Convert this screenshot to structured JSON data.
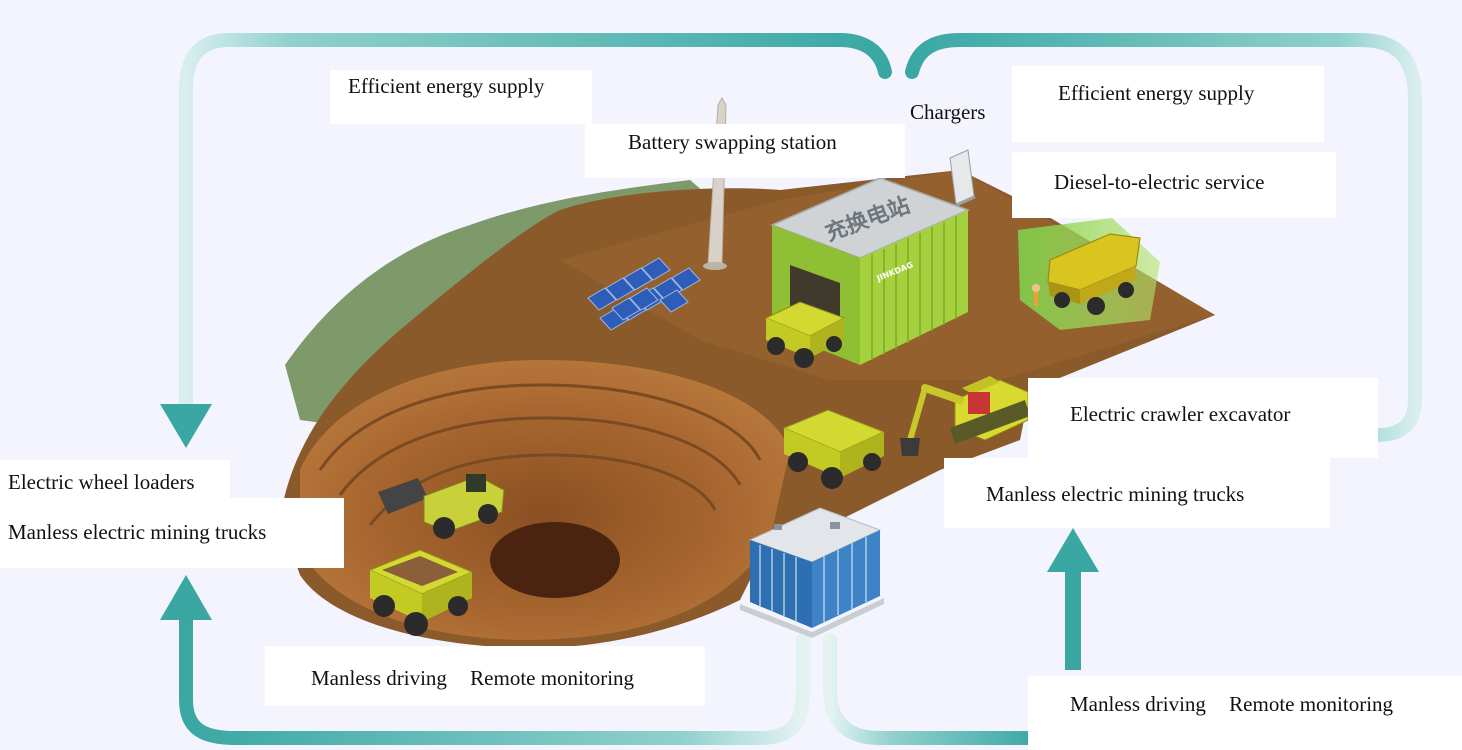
{
  "labels": {
    "left_energy": "Efficient energy supply",
    "battery_station": "Battery swapping station",
    "chargers": "Chargers",
    "right_energy": "Efficient energy supply",
    "diesel_service": "Diesel-to-electric service",
    "crawler_excavator": "Electric crawler excavator",
    "wheel_loaders": "Electric wheel loaders",
    "left_trucks": "Manless electric mining trucks",
    "right_trucks": "Manless electric mining trucks",
    "left_driving": "Manless driving",
    "left_monitoring": "Remote monitoring",
    "right_driving": "Manless driving",
    "right_monitoring": "Remote monitoring",
    "station_sign": "充换电站",
    "building_brand": "JINKDAG"
  },
  "colors": {
    "background": "#f3f4fd",
    "arrow": "#3aa7a3",
    "arrow_light": "#bfe3e1",
    "ground": "#8a5a2b",
    "pit": "#a56a35",
    "building_green": "#9bc83a",
    "truck_yellow": "#d9d92a",
    "solar_blue": "#2d5db8"
  },
  "icons": [
    "wind-turbine-icon",
    "solar-panel-icon",
    "charger-icon",
    "mining-truck-icon",
    "wheel-loader-icon",
    "excavator-icon",
    "office-building-icon"
  ]
}
